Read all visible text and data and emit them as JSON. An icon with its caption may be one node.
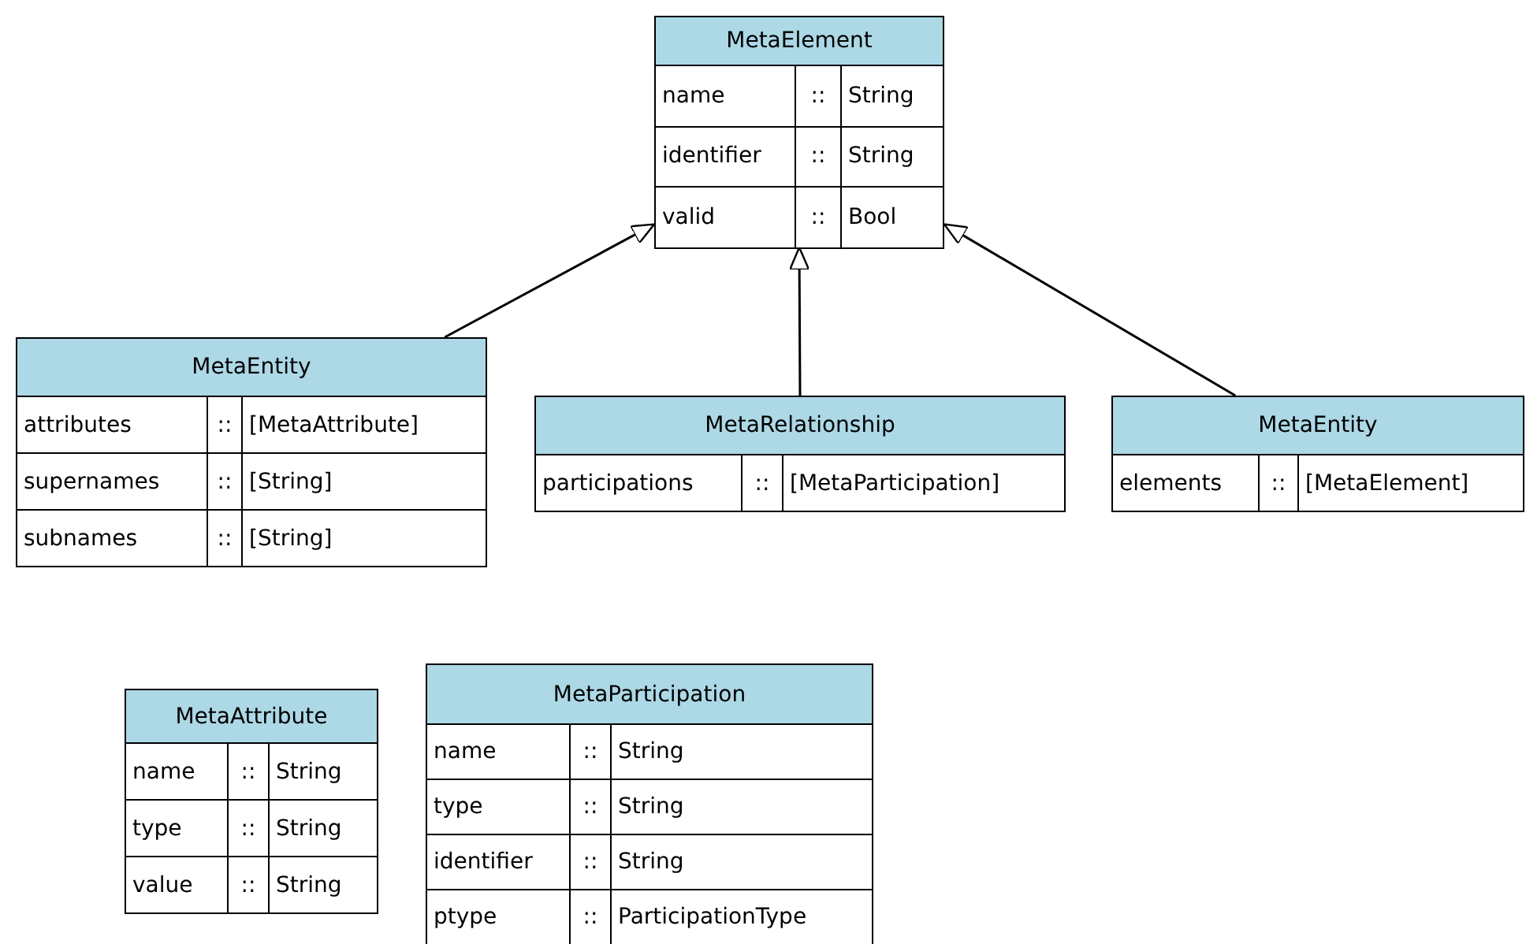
{
  "diagram": {
    "nodes": [
      {
        "text": [
          "MetaElement",
          "name",
          "::",
          "String",
          "identifier",
          "::",
          "String",
          "valid",
          "::",
          "Bool"
        ]
      },
      {
        "text": [
          "MetaEntity",
          "attributes",
          "::",
          "[MetaAttribute]",
          "supernames",
          "::",
          "[String]",
          "subnames",
          "::",
          "[String]"
        ]
      },
      {
        "text": [
          "MetaRelationship",
          "participations",
          "::",
          "[MetaParticipation]"
        ]
      },
      {
        "text": [
          "MetaEntity",
          "elements",
          "::",
          "[MetaElement]"
        ]
      },
      {
        "text": [
          "MetaAttribute",
          "name",
          "::",
          "String",
          "type",
          "::",
          "String",
          "value",
          "::",
          "String"
        ]
      },
      {
        "text": [
          "MetaParticipation",
          "name",
          "::",
          "String",
          "type",
          "::",
          "String",
          "identifier",
          "::",
          "String",
          "ptype",
          "::",
          "ParticipationType"
        ]
      }
    ],
    "edges": [
      {
        "from": 1,
        "to": 0,
        "arrow": "to"
      },
      {
        "from": 2,
        "to": 0,
        "arrow": "to"
      },
      {
        "from": 3,
        "to": 0,
        "arrow": "to"
      }
    ]
  }
}
